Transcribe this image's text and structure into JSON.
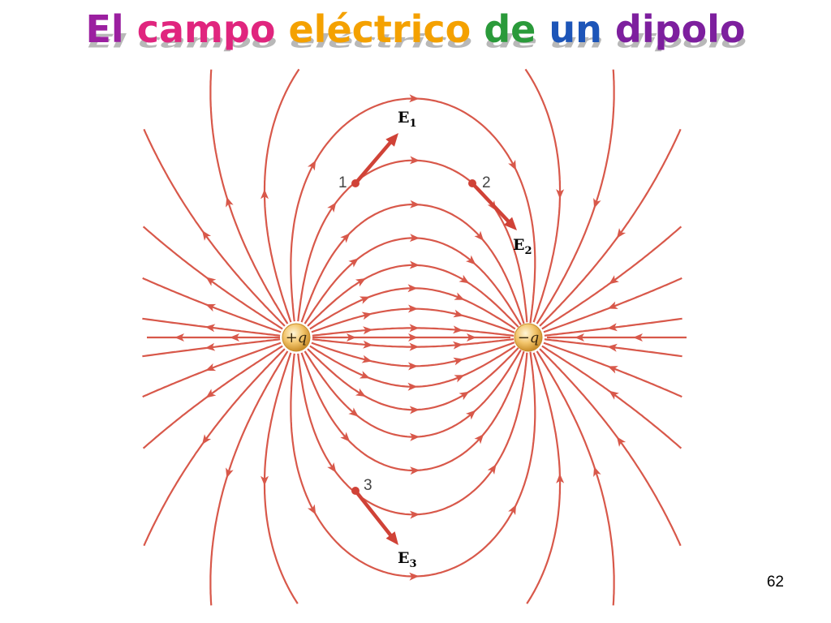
{
  "slide": {
    "title_words": [
      {
        "text": "El",
        "color": "#9b1fa0"
      },
      {
        "text": " ",
        "color": "#000000"
      },
      {
        "text": "campo",
        "color": "#e0257e"
      },
      {
        "text": " ",
        "color": "#000000"
      },
      {
        "text": "eléctrico",
        "color": "#f4a100"
      },
      {
        "text": " ",
        "color": "#000000"
      },
      {
        "text": "de",
        "color": "#2a9a3a"
      },
      {
        "text": " ",
        "color": "#000000"
      },
      {
        "text": "un",
        "color": "#1d55b8"
      },
      {
        "text": " ",
        "color": "#000000"
      },
      {
        "text": "dipolo",
        "color": "#7d1f9e"
      }
    ],
    "page_number": "62"
  },
  "diagram": {
    "positive_charge": "+q",
    "negative_charge": "−q",
    "points": [
      {
        "number": "1",
        "vector_letter": "E",
        "vector_sub": "1"
      },
      {
        "number": "2",
        "vector_letter": "E",
        "vector_sub": "2"
      },
      {
        "number": "3",
        "vector_letter": "E",
        "vector_sub": "3"
      }
    ],
    "colors": {
      "field_line": "#d8584a",
      "vector": "#d04237",
      "charge_fill": "#f2c46a"
    }
  }
}
